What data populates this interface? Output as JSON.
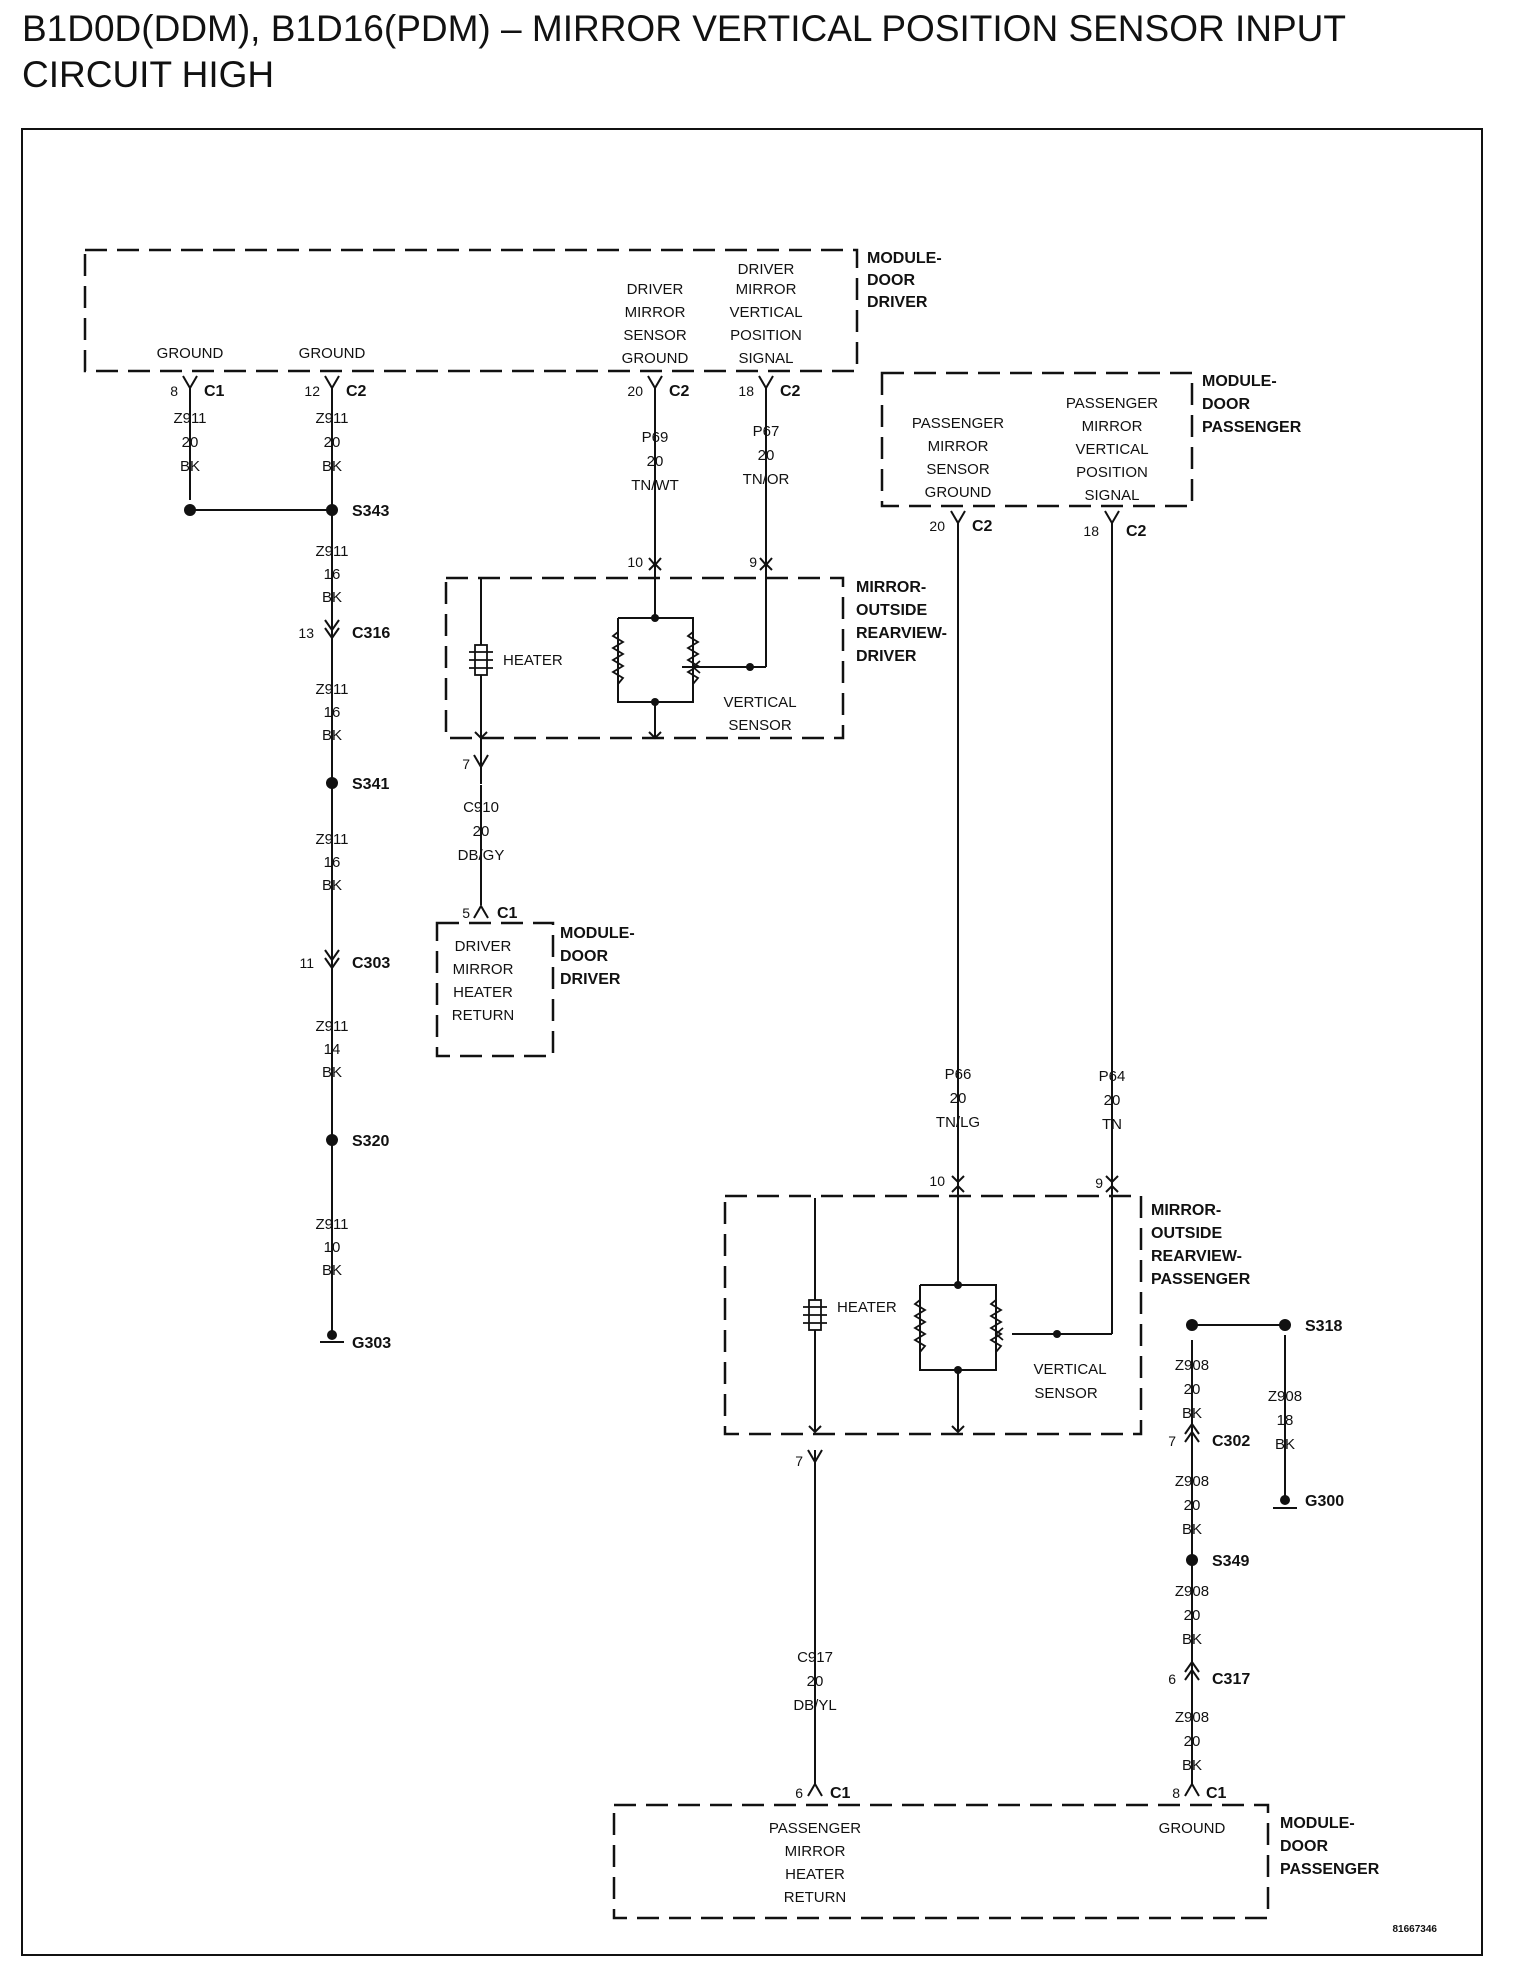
{
  "title_line1": "B1D0D(DDM), B1D16(PDM) – MIRROR VERTICAL POSITION SENSOR INPUT",
  "title_line2": "CIRCUIT HIGH",
  "doc_id": "81667346",
  "modules": {
    "ddm_top": {
      "name": [
        "MODULE-",
        "DOOR",
        "DRIVER"
      ],
      "pins": {
        "ground_c1": "GROUND",
        "ground_c2": "GROUND",
        "sensor_ground": [
          "DRIVER",
          "MIRROR",
          "SENSOR",
          "GROUND"
        ],
        "vert_signal": [
          "DRIVER",
          "MIRROR",
          "VERTICAL",
          "POSITION",
          "SIGNAL"
        ]
      }
    },
    "pdm_top": {
      "name": [
        "MODULE-",
        "DOOR",
        "PASSENGER"
      ],
      "pins": {
        "sensor_ground": [
          "PASSENGER",
          "MIRROR",
          "SENSOR",
          "GROUND"
        ],
        "vert_signal": [
          "PASSENGER",
          "MIRROR",
          "VERTICAL",
          "POSITION",
          "SIGNAL"
        ]
      }
    },
    "ddm_heater": {
      "name": [
        "MODULE-",
        "DOOR",
        "DRIVER"
      ],
      "pins": {
        "heater_return": [
          "DRIVER",
          "MIRROR",
          "HEATER",
          "RETURN"
        ]
      }
    },
    "pdm_bottom": {
      "name": [
        "MODULE-",
        "DOOR",
        "PASSENGER"
      ],
      "pins": {
        "heater_return": [
          "PASSENGER",
          "MIRROR",
          "HEATER",
          "RETURN"
        ],
        "ground": "GROUND"
      }
    },
    "mirror_driver": {
      "name": [
        "MIRROR-",
        "OUTSIDE",
        "REARVIEW-",
        "DRIVER"
      ],
      "heater": "HEATER",
      "sensor": [
        "VERTICAL",
        "SENSOR"
      ]
    },
    "mirror_passenger": {
      "name": [
        "MIRROR-",
        "OUTSIDE",
        "REARVIEW-",
        "PASSENGER"
      ],
      "heater": "HEATER",
      "sensor": [
        "VERTICAL",
        "SENSOR"
      ]
    }
  },
  "connectors": {
    "ddm_c1_gnd": {
      "pin": "8",
      "name": "C1"
    },
    "ddm_c2_gnd": {
      "pin": "12",
      "name": "C2"
    },
    "ddm_c2_sg": {
      "pin": "20",
      "name": "C2"
    },
    "ddm_c2_sig": {
      "pin": "18",
      "name": "C2"
    },
    "pdm_c2_sg": {
      "pin": "20",
      "name": "C2"
    },
    "pdm_c2_sig": {
      "pin": "18",
      "name": "C2"
    },
    "mir_d_10": {
      "pin": "10"
    },
    "mir_d_9": {
      "pin": "9"
    },
    "mir_d_7": {
      "pin": "7"
    },
    "ddm_c1_htr": {
      "pin": "5",
      "name": "C1"
    },
    "c316": {
      "pin": "13",
      "name": "C316"
    },
    "c303": {
      "pin": "11",
      "name": "C303"
    },
    "mir_p_10": {
      "pin": "10"
    },
    "mir_p_9": {
      "pin": "9"
    },
    "mir_p_7": {
      "pin": "7"
    },
    "c302": {
      "pin": "7",
      "name": "C302"
    },
    "c317": {
      "pin": "6",
      "name": "C317"
    },
    "pdm_c1_htr": {
      "pin": "6",
      "name": "C1"
    },
    "pdm_c1_gnd": {
      "pin": "8",
      "name": "C1"
    }
  },
  "splices": {
    "s343": "S343",
    "s341": "S341",
    "s320": "S320",
    "s318": "S318",
    "s349": "S349"
  },
  "grounds": {
    "g303": "G303",
    "g300": "G300"
  },
  "wires": {
    "z911_a": [
      "Z911",
      "20",
      "BK"
    ],
    "z911_b": [
      "Z911",
      "20",
      "BK"
    ],
    "z911_c": [
      "Z911",
      "16",
      "BK"
    ],
    "z911_d": [
      "Z911",
      "16",
      "BK"
    ],
    "z911_e": [
      "Z911",
      "16",
      "BK"
    ],
    "z911_f": [
      "Z911",
      "14",
      "BK"
    ],
    "z911_g": [
      "Z911",
      "10",
      "BK"
    ],
    "p69": [
      "P69",
      "20",
      "TN/WT"
    ],
    "p67": [
      "P67",
      "20",
      "TN/OR"
    ],
    "c910": [
      "C910",
      "20",
      "DB/GY"
    ],
    "p66": [
      "P66",
      "20",
      "TN/LG"
    ],
    "p64": [
      "P64",
      "20",
      "TN"
    ],
    "z908_a": [
      "Z908",
      "20",
      "BK"
    ],
    "z908_b": [
      "Z908",
      "18",
      "BK"
    ],
    "z908_c": [
      "Z908",
      "20",
      "BK"
    ],
    "z908_d": [
      "Z908",
      "20",
      "BK"
    ],
    "z908_e": [
      "Z908",
      "20",
      "BK"
    ],
    "c917": [
      "C917",
      "20",
      "DB/YL"
    ]
  }
}
